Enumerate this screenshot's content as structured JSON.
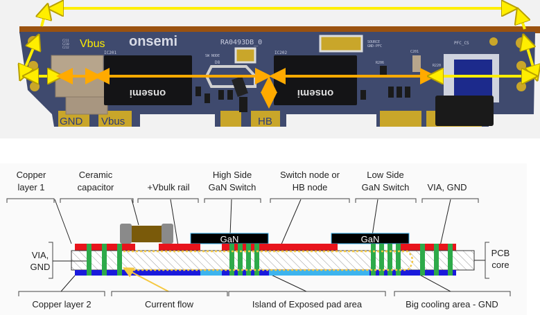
{
  "board_render": {
    "logo": "onsemi",
    "part_number": "RA0493DB_0",
    "chip_marking": "onsemi",
    "silkscreen": [
      "IC201",
      "IC202",
      "SW NODE",
      "D8",
      "SOURCE",
      "GND-PFC",
      "PFC_CS",
      "C201",
      "R206",
      "R220",
      "C211",
      "C210",
      "C212"
    ],
    "labels": {
      "vbus_top": "Vbus",
      "gnd": "GND",
      "vbus_bottom": "Vbus",
      "hb": "HB"
    }
  },
  "cross_section": {
    "top_labels": [
      {
        "line1": "Copper",
        "line2": "layer 1"
      },
      {
        "line1": "Ceramic",
        "line2": "capacitor"
      },
      {
        "line1": "",
        "line2": "+Vbulk rail"
      },
      {
        "line1": "High Side",
        "line2": "GaN Switch"
      },
      {
        "line1": "Switch node or",
        "line2": "HB node"
      },
      {
        "line1": "Low Side",
        "line2": "GaN Switch"
      },
      {
        "line1": "",
        "line2": "VIA, GND"
      }
    ],
    "gan_label": "GaN",
    "left_label": {
      "line1": "VIA,",
      "line2": "GND"
    },
    "right_label": {
      "line1": "PCB",
      "line2": "core"
    },
    "bottom_labels": [
      "Copper layer 2",
      "Current flow",
      "Island of Exposed pad area",
      "Big cooling area - GND"
    ]
  },
  "colors": {
    "top_copper": "#e8141c",
    "bottom_copper": "#1a1adc",
    "exposed_pad": "#3db4ee",
    "via": "#2eaa4a",
    "current_flow": "#f5c842",
    "board": "#3f4a6e",
    "arrow_yellow": "#ffee00",
    "arrow_orange": "#ffaa00"
  }
}
